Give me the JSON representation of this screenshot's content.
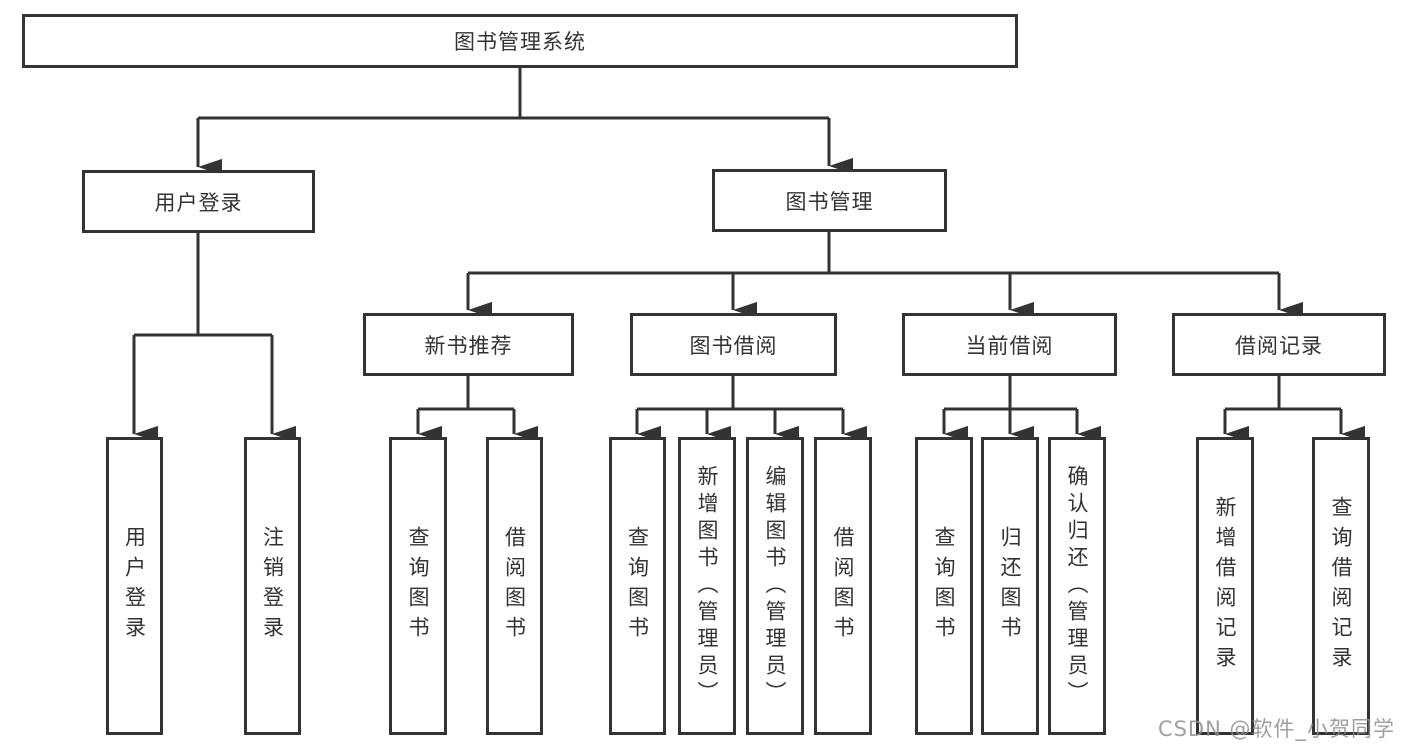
{
  "tree": {
    "label": "图书管理系统",
    "children": [
      {
        "label": "用户登录",
        "children": [
          {
            "label": "用户登录"
          },
          {
            "label": "注销登录"
          }
        ]
      },
      {
        "label": "图书管理",
        "children": [
          {
            "label": "新书推荐",
            "children": [
              {
                "label": "查询图书"
              },
              {
                "label": "借阅图书"
              }
            ]
          },
          {
            "label": "图书借阅",
            "children": [
              {
                "label": "查询图书"
              },
              {
                "label": "新增图书（管理员）"
              },
              {
                "label": "编辑图书（管理员）"
              },
              {
                "label": "借阅图书"
              }
            ]
          },
          {
            "label": "当前借阅",
            "children": [
              {
                "label": "查询图书"
              },
              {
                "label": "归还图书"
              },
              {
                "label": "确认归还（管理员）"
              }
            ]
          },
          {
            "label": "借阅记录",
            "children": [
              {
                "label": "新增借阅记录"
              },
              {
                "label": "查询借阅记录"
              }
            ]
          }
        ]
      }
    ]
  },
  "watermark": {
    "text": "CSDN @软件_小贺同学"
  },
  "colors": {
    "line": "#333333",
    "text": "#333333",
    "background": "#ffffff",
    "watermark": "#8f8f8f"
  }
}
